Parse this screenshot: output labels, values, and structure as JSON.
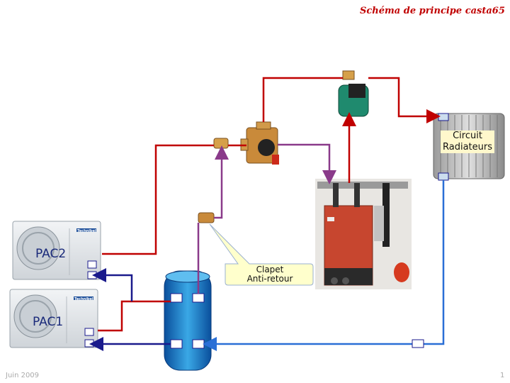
{
  "title": "Schéma de principe casta65",
  "pac2_label": "PAC2",
  "pac1_label": "PAC1",
  "unit_brand": "Technibel",
  "radiator_label_line1": "Circuit",
  "radiator_label_line2": "Radiateurs",
  "callout_line1": "Clapet",
  "callout_line2": "Anti-retour",
  "footer_date": "Juin 2009",
  "page_number": "1",
  "colors": {
    "hot_pipe": "#c00000",
    "cold_pipe": "#1a1a8c",
    "return_pipe": "#2a6fd6",
    "mixed_pipe": "#8a3a8a",
    "title": "#c00000",
    "callout_fill": "#ffffcc"
  }
}
